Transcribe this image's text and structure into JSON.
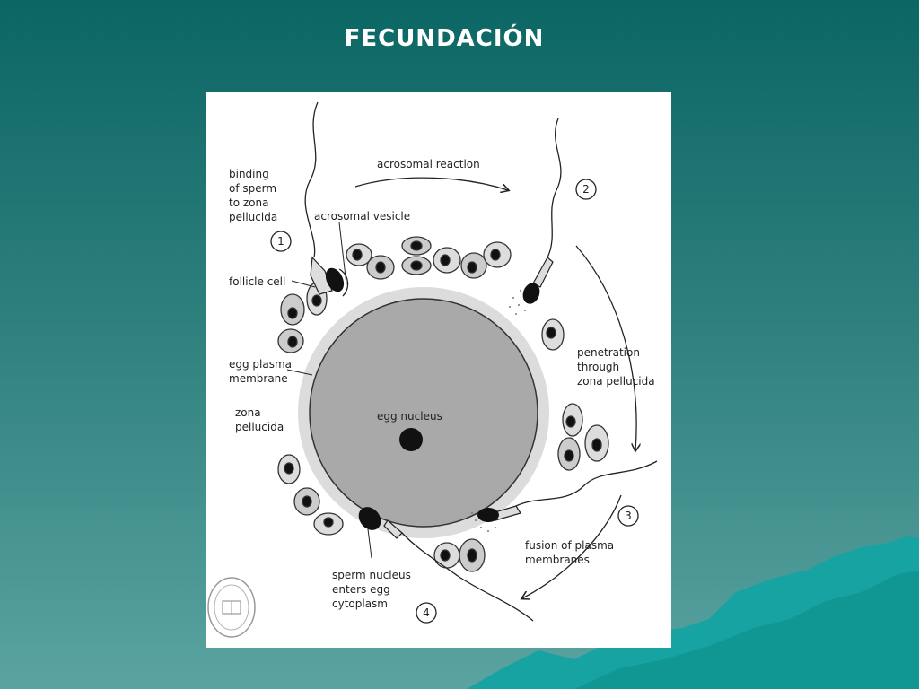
{
  "slide": {
    "title": "FECUNDACIÓN"
  },
  "diagram": {
    "labels": {
      "binding_l1": "binding",
      "binding_l2": "of sperm",
      "binding_l3": "to zona",
      "binding_l4": "pellucida",
      "acrosomal_reaction": "acrosomal reaction",
      "acrosomal_vesicle": "acrosomal vesicle",
      "follicle_cell": "follicle cell",
      "egg_plasma_l1": "egg plasma",
      "egg_plasma_l2": "membrane",
      "zona_l1": "zona",
      "zona_l2": "pellucida",
      "egg_nucleus": "egg nucleus",
      "penetration_l1": "penetration",
      "penetration_l2": "through",
      "penetration_l3": "zona pellucida",
      "fusion_l1": "fusion of plasma",
      "fusion_l2": "membranes",
      "sperm_nucleus_l1": "sperm nucleus",
      "sperm_nucleus_l2": "enters egg",
      "sperm_nucleus_l3": "cytoplasm"
    },
    "steps": [
      "1",
      "2",
      "3",
      "4"
    ]
  },
  "colors": {
    "background_top": "#0b6664",
    "background_bottom": "#5aa3a1",
    "mountains": "#17a3a1",
    "egg": "#a9a9a9"
  }
}
